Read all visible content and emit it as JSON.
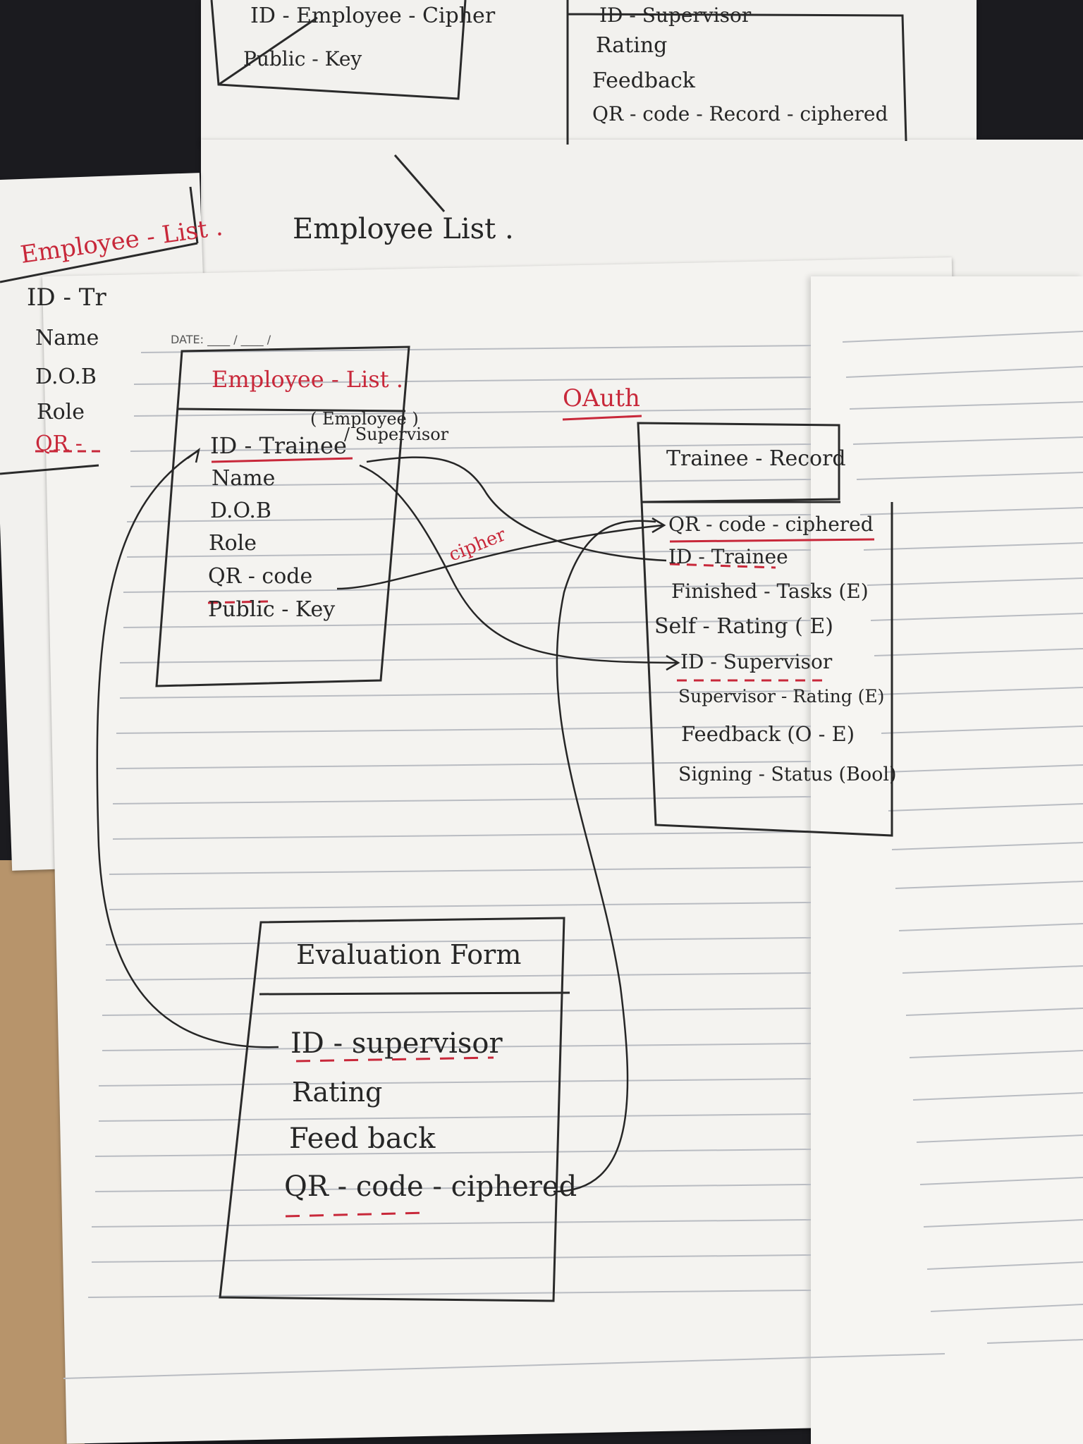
{
  "colors": {
    "ink": "#262626",
    "red_ink": "#c8283a",
    "paper": "#f2f1ee",
    "desk": "#b7946b"
  },
  "top_sheet": {
    "left_box": {
      "fields": [
        "ID - Employee - Cipher",
        "Public - Key"
      ]
    },
    "right_box": {
      "fields": [
        "ID - Supervisor",
        "Rating",
        "Feedback",
        "QR - code - Record - ciphered"
      ]
    }
  },
  "back_sheet": {
    "heading": "Employee List ."
  },
  "left_sheet": {
    "title": "Employee - List .",
    "fields": [
      "ID - Tr",
      "Name",
      "D.O.B",
      "Role",
      "QR -"
    ]
  },
  "notebook": {
    "date_label": "DATE: ____ / ____ /",
    "employee_list": {
      "title": "Employee - List .",
      "annotation": "( Employee )",
      "fields": [
        "ID - Trainee",
        "/ Supervisor",
        "Name",
        "D.O.B",
        "Role",
        "QR - code",
        "Public - Key"
      ]
    },
    "oauth_label": "OAuth",
    "cipher_label": "cipher",
    "trainee_record": {
      "title": "Trainee - Record",
      "fields": [
        "QR - code - ciphered",
        "ID - Trainee",
        "Finished - Tasks (E)",
        "Self - Rating ( E)",
        "ID - Supervisor",
        "Supervisor - Rating (E)",
        "Feedback (O - E)",
        "Signing - Status (Bool)"
      ]
    },
    "evaluation_form": {
      "title": "Evaluation Form",
      "fields": [
        "ID - supervisor",
        "Rating",
        "Feed back",
        "QR - code - ciphered"
      ]
    }
  }
}
